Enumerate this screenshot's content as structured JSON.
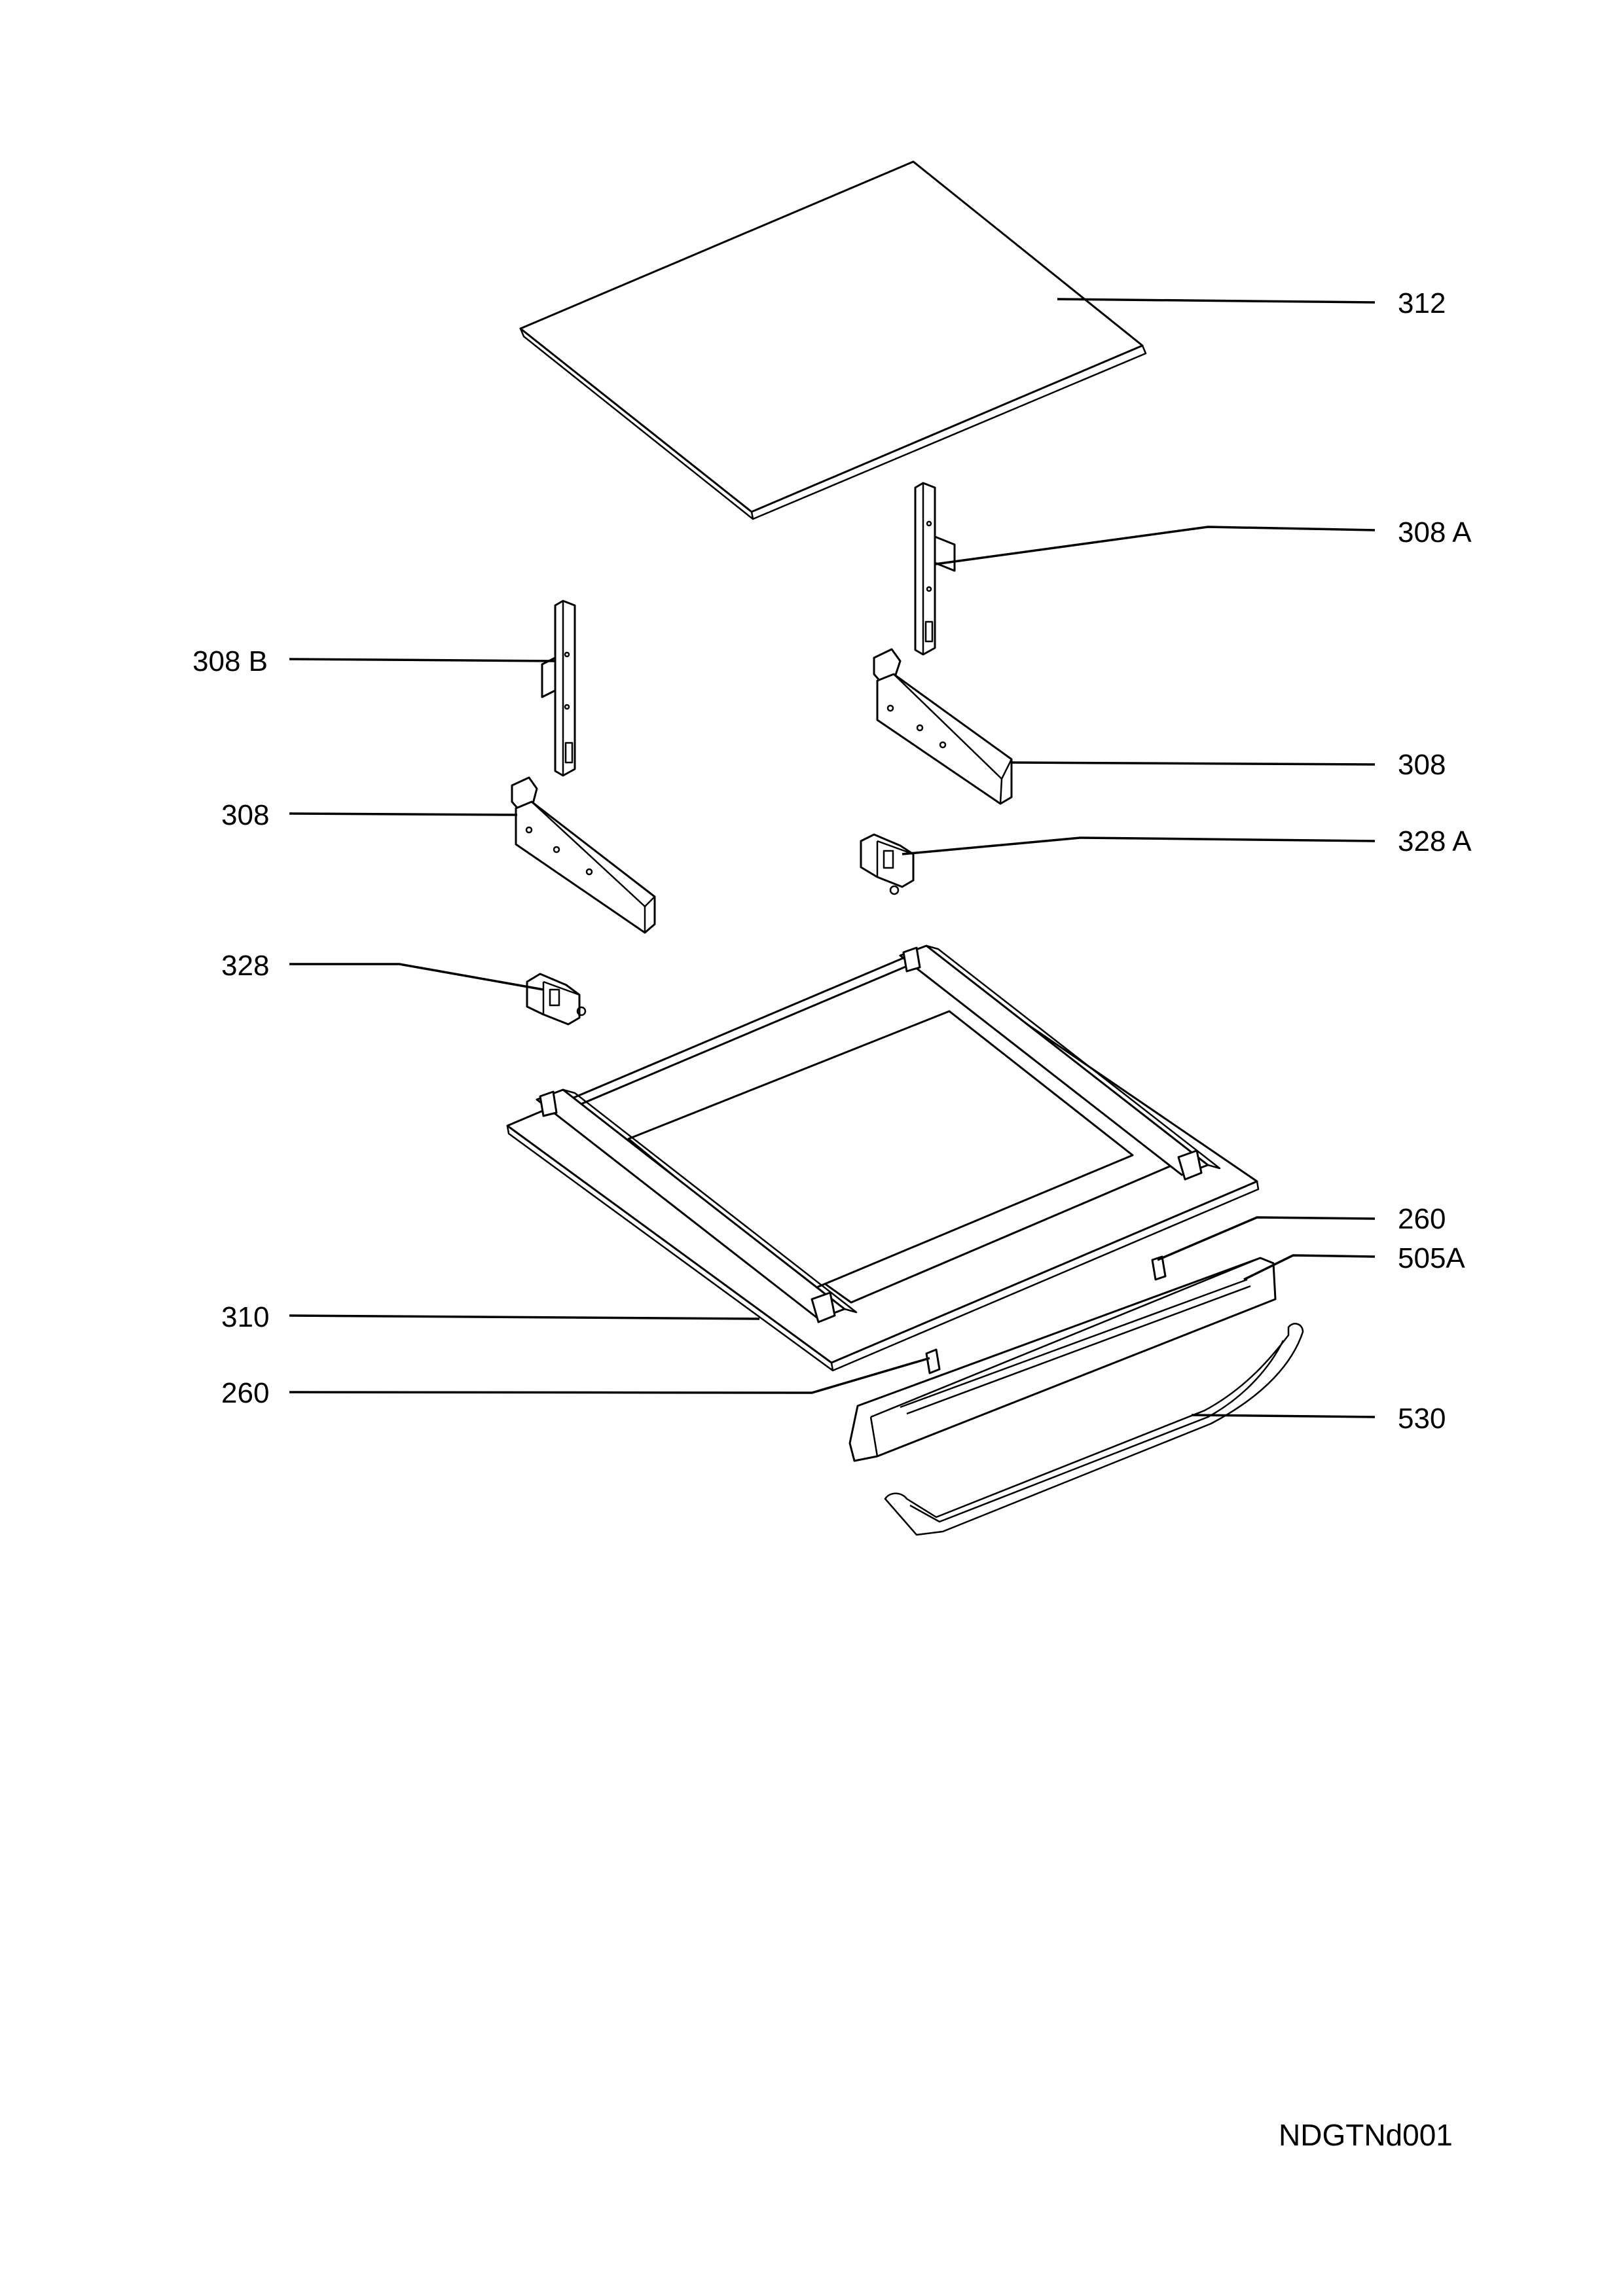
{
  "callouts": {
    "c312": "312",
    "c308a": "308 A",
    "c308b": "308 B",
    "c308_right": "308",
    "c308_left": "308",
    "c328a": "328 A",
    "c328": "328",
    "c260_top": "260",
    "c505a": "505A",
    "c310": "310",
    "c260_bottom": "260",
    "c530": "530"
  },
  "drawing_code": "NDGTNd001"
}
